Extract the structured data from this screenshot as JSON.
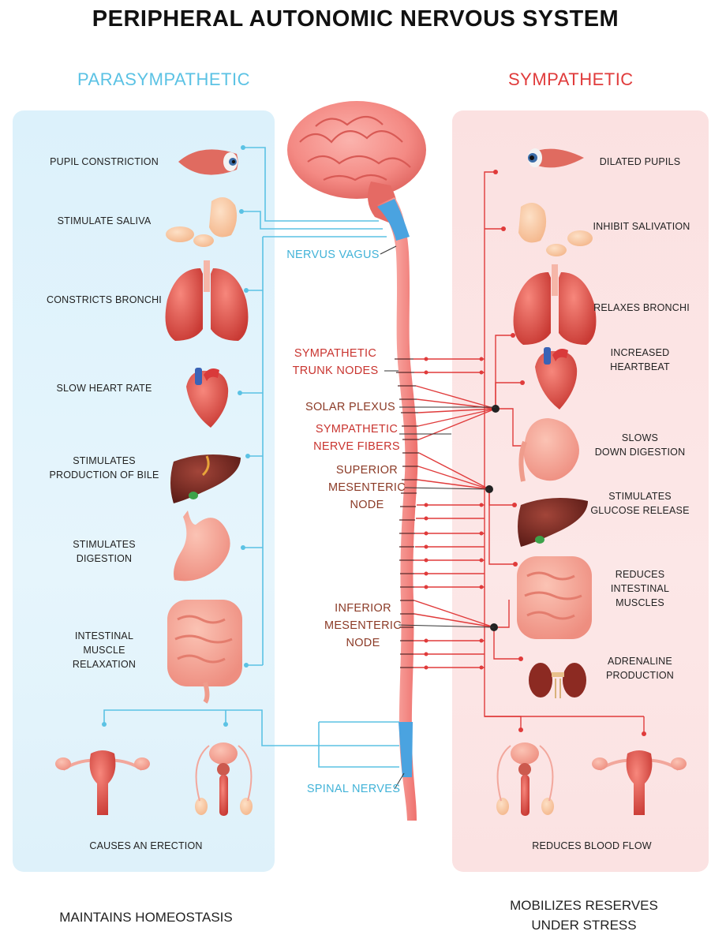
{
  "title": "PERIPHERAL AUTONOMIC NERVOUS SYSTEM",
  "parasympathetic": {
    "heading": "PARASYMPATHETIC",
    "effects": [
      "PUPIL CONSTRICTION",
      "STIMULATE SALIVA",
      "CONSTRICTS BRONCHI",
      "SLOW HEART RATE",
      "STIMULATES\nPRODUCTION OF BILE",
      "STIMULATES\nDIGESTION",
      "INTESTINAL\nMUSCLE\nRELAXATION",
      "CAUSES AN ERECTION"
    ],
    "footer": "MAINTAINS HOMEOSTASIS"
  },
  "sympathetic": {
    "heading": "SYMPATHETIC",
    "effects": [
      "DILATED PUPILS",
      "INHIBIT SALIVATION",
      "RELAXES BRONCHI",
      "INCREASED\nHEARTBEAT",
      "SLOWS\nDOWN DIGESTION",
      "STIMULATES\nGLUCOSE RELEASE",
      "REDUCES\nINTESTINAL\nMUSCLES",
      "ADRENALINE\nPRODUCTION",
      "REDUCES BLOOD FLOW"
    ],
    "footer": "MOBILIZES RESERVES\nUNDER STRESS"
  },
  "center_labels": {
    "nervus_vagus": "NERVUS VAGUS",
    "sympathetic_trunk_nodes": "SYMPATHETIC\nTRUNK NODES",
    "solar_plexus": "SOLAR PLEXUS",
    "sympathetic_nerve_fibers": "SYMPATHETIC\nNERVE FIBERS",
    "superior_mesenteric_node": "SUPERIOR\nMESENTERIC\nNODE",
    "inferior_mesenteric_node": "INFERIOR\nMESENTERIC\nNODE",
    "spinal_nerves": "SPINAL NERVES"
  },
  "colors": {
    "parasympathetic_accent": "#5bc2e4",
    "sympathetic_accent": "#e03b3b",
    "parasympathetic_panel": "#dcf1fb",
    "sympathetic_panel": "#fbe1e1",
    "spinal_cord": "#f38a86",
    "vagus_segment": "#4aa3e0"
  }
}
